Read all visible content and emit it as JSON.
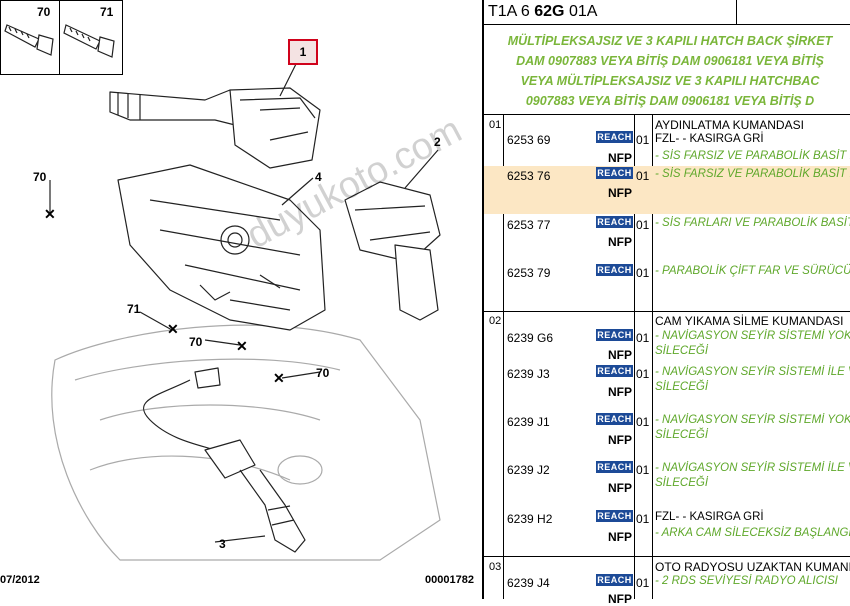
{
  "diagram": {
    "small_box_labels": [
      "70",
      "71"
    ],
    "callouts": {
      "c1": "1",
      "c2": "2",
      "c3": "3",
      "c4": "4",
      "c70a": "70",
      "c71": "71",
      "c70b": "70",
      "c70c": "70"
    },
    "date": "07/2012",
    "ref": "00001782"
  },
  "watermark": "duyukoto.com",
  "panel": {
    "header": {
      "prefix": "T1A 6 ",
      "bold": "62G",
      "suffix": " 01A"
    },
    "info_lines": [
      "MÜLTİPLEKSAJSIZ VE 3 KAPILI HATCH BACK ŞİRKET",
      "DAM 0907883 VEYA BİTİŞ DAM 0906181 VEYA BİTİŞ",
      "VEYA MÜLTİPLEKSAJSIZ VE 3 KAPILI HATCHBAC",
      "0907883 VEYA BİTİŞ DAM 0906181 VEYA BİTİŞ D"
    ],
    "groups": [
      {
        "num": "01",
        "title": "AYDINLATMA KUMANDASI"
      },
      {
        "num": "02",
        "title": "CAM YIKAMA SİLME KUMANDASI"
      },
      {
        "num": "03",
        "title": "OTO RADYOSU UZAKTAN KUMANDA"
      }
    ],
    "rows": [
      {
        "pn": "6253 69",
        "reach": "REACH",
        "qty": "01",
        "nfp": "NFP",
        "desc1": "FZL- - KASIRGA GRİ",
        "desc2": "- SİS FARSIZ VE PARABOLİK BASİT F"
      },
      {
        "pn": "6253 76",
        "reach": "REACH",
        "qty": "01",
        "nfp": "NFP",
        "desc1": "- SİS FARSIZ VE PARABOLİK BASİT F",
        "desc2": ""
      },
      {
        "pn": "6253 77",
        "reach": "REACH",
        "qty": "01",
        "nfp": "NFP",
        "desc1": "- SİS FARLARI VE PARABOLİK BASİT",
        "desc2": ""
      },
      {
        "pn": "6253 79",
        "reach": "REACH",
        "qty": "01",
        "nfp": "",
        "desc1": "- PARABOLİK ÇİFT FAR VE SÜRÜCÜ",
        "desc2": ""
      },
      {
        "pn": "6239 G6",
        "reach": "REACH",
        "qty": "01",
        "nfp": "NFP",
        "desc1": "- NAVİGASYON SEYİR SİSTEMİ YOK",
        "desc2": "SİLECEĞİ"
      },
      {
        "pn": "6239 J3",
        "reach": "REACH",
        "qty": "01",
        "nfp": "NFP",
        "desc1": "- NAVİGASYON SEYİR SİSTEMİ İLE V",
        "desc2": "SİLECEĞİ"
      },
      {
        "pn": "6239 J1",
        "reach": "REACH",
        "qty": "01",
        "nfp": "NFP",
        "desc1": "- NAVİGASYON SEYİR SİSTEMİ YOK",
        "desc2": "SİLECEĞİ"
      },
      {
        "pn": "6239 J2",
        "reach": "REACH",
        "qty": "01",
        "nfp": "NFP",
        "desc1": "- NAVİGASYON SEYİR SİSTEMİ İLE V",
        "desc2": "SİLECEĞİ"
      },
      {
        "pn": "6239 H2",
        "reach": "REACH",
        "qty": "01",
        "nfp": "NFP",
        "desc1": "FZL- - KASIRGA GRİ",
        "desc2": "- ARKA CAM SİLECEKSİZ BAŞLANGI"
      },
      {
        "pn": "6239 J4",
        "reach": "REACH",
        "qty": "01",
        "nfp": "NFP",
        "desc1": "- 2 RDS SEVİYESİ RADYO ALICISI",
        "desc2": ""
      }
    ],
    "colors": {
      "green_text": "#5fa82b",
      "highlight": "#fce7c4",
      "reach_badge": "#1c4a97",
      "callout_red": "#d0021b"
    }
  }
}
